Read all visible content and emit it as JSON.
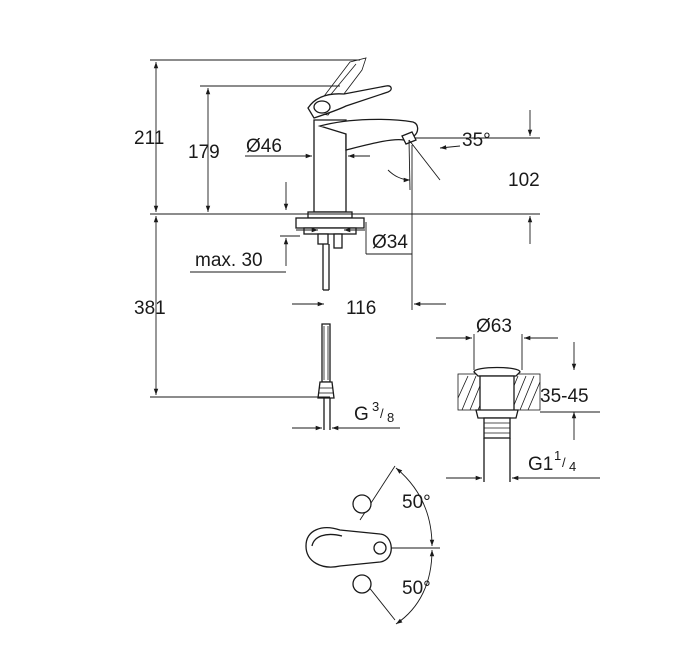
{
  "dimensions": {
    "overall_height": "211",
    "spout_height": "179",
    "body_diameter": "Ø46",
    "spout_angle": "35°",
    "spout_reach": "102",
    "hole_diameter": "Ø34",
    "max_deck": "max. 30",
    "below_deck": "381",
    "center_distance": "116",
    "connection_main": "G",
    "connection_num": "3",
    "connection_den": "8",
    "waste_diameter": "Ø63",
    "waste_range": "35-45",
    "waste_thread_main": "G1",
    "waste_thread_num": "1",
    "waste_thread_den": "4",
    "lever_angle_top": "50°",
    "lever_angle_bottom": "50°"
  }
}
